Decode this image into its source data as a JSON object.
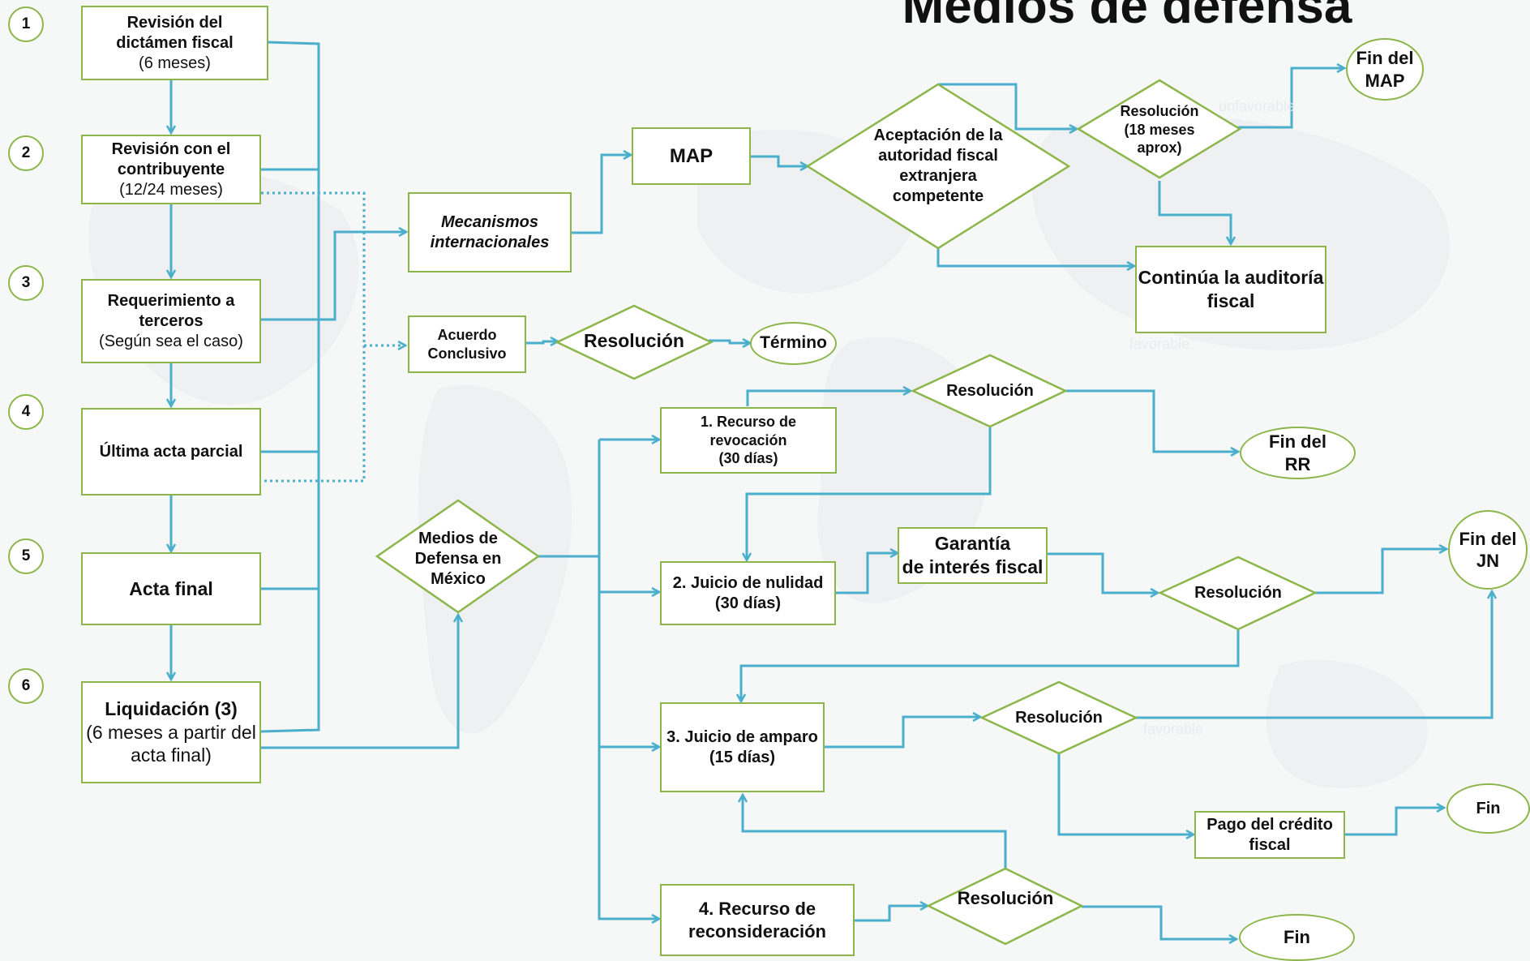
{
  "title": "Medios de defensa",
  "colors": {
    "connector": "#4aafcc",
    "box_border": "#8cb64a",
    "text": "#111111"
  },
  "steps": [
    "1",
    "2",
    "3",
    "4",
    "5",
    "6"
  ],
  "left_column": {
    "revision_dictamen": {
      "line1": "Revisión del",
      "line2": "dictámen fiscal",
      "line3": "(6 meses)"
    },
    "revision_contribuyente": {
      "line1": "Revisión con el",
      "line2": "contribuyente",
      "line3": "(12/24 meses)"
    },
    "requerimiento_terceros": {
      "line1": "Requerimiento a",
      "line2": "terceros",
      "line3": "(Según sea el caso)"
    },
    "ultima_acta": "Última acta parcial",
    "acta_final": "Acta final",
    "liquidacion": {
      "line1": "Liquidación (3)",
      "line2": "(6 meses a partir del",
      "line3": "acta final)"
    }
  },
  "international": {
    "mecanismos": "Mecanismos\ninternacionales",
    "map": "MAP",
    "aceptacion": "Aceptación de  la\nautoridad fiscal\nextranjera\ncompetente",
    "resolucion_map": "Resolución\n(18 meses\naprox)",
    "fin_map": "Fin del\nMAP",
    "continua": "Continúa la auditoría\nfiscal",
    "faint_unfavorable": "unfavorable",
    "faint_favorable": "favorable"
  },
  "acuerdo": {
    "acuerdo_conclusivo": "Acuerdo\nConclusivo",
    "resolucion": "Resolución",
    "termino": "Término"
  },
  "mexico": {
    "medios_defensa": "Medios de\nDefensa en\nMéxico",
    "recurso_revocacion": "1. Recurso de\nrevocación\n(30 días)",
    "resolucion_rr": "Resolución",
    "fin_rr": "Fin del\nRR",
    "juicio_nulidad": "2. Juicio de nulidad\n(30 días)",
    "garantia": "Garantía\nde interés fiscal",
    "resolucion_jn": "Resolución",
    "fin_jn": "Fin del\nJN",
    "juicio_amparo": "3. Juicio de amparo\n(15 días)",
    "resolucion_amparo": "Resolución",
    "faint_favorable": "favorable",
    "pago_credito": "Pago del crédito\nfiscal",
    "fin_pago": "Fin",
    "recurso_reconsideracion": "4. Recurso de\nreconsideración",
    "resolucion_reconsideracion": "Resolución",
    "fin_reconsideracion": "Fin"
  }
}
